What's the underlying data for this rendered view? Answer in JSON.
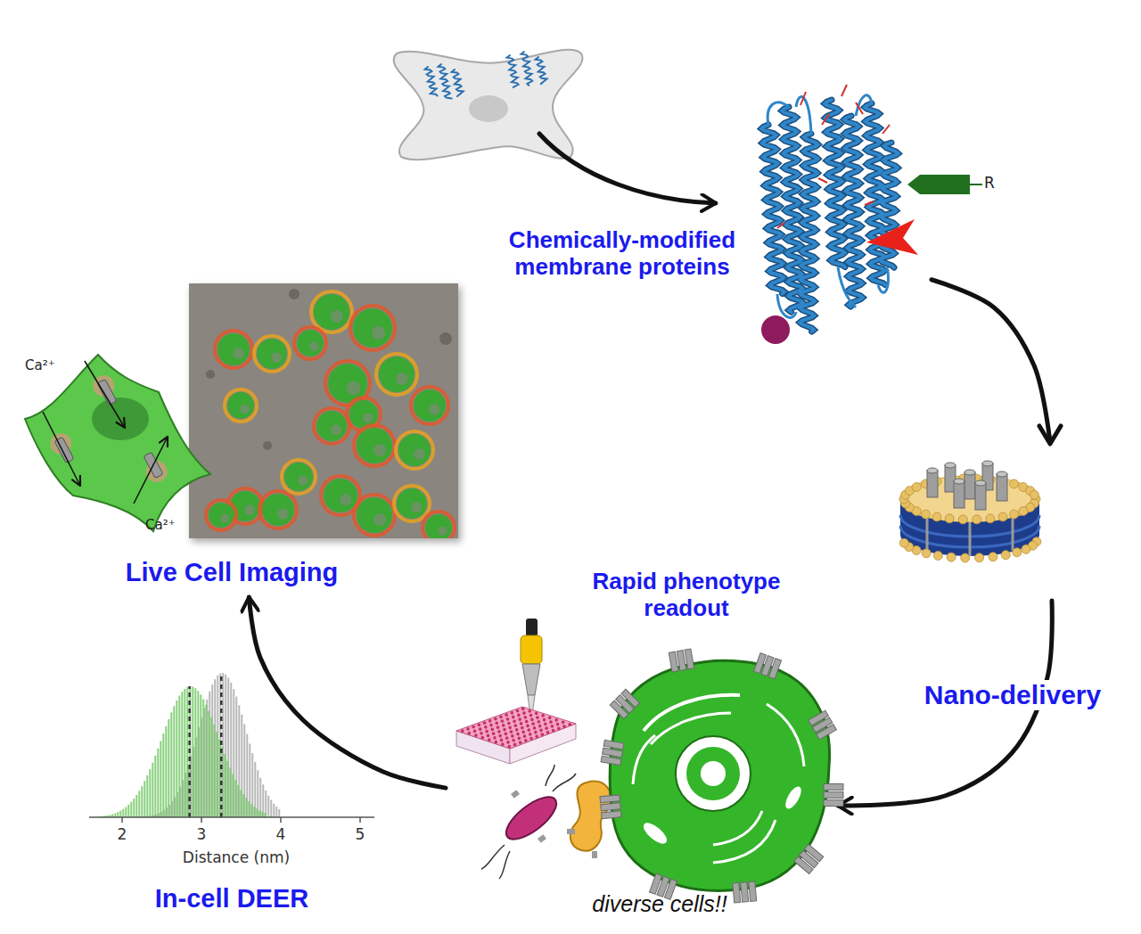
{
  "diagram": {
    "nodes": [
      {
        "text": [
          "Chemically-modified membrane proteins"
        ]
      },
      {
        "text": [
          "Rapid phenotype readout",
          "diverse cells!!"
        ]
      },
      {
        "text": [
          "In-cell DEER"
        ]
      },
      {
        "text": [
          "Live Cell Imaging"
        ]
      }
    ],
    "edges": [
      {
        "from": 0,
        "to": 1,
        "label": "Nano-delivery",
        "arrow": "to"
      },
      {
        "from": 1,
        "to": 3,
        "arrow": "to"
      }
    ],
    "labels": [
      "R",
      "Ca²⁺",
      "Ca²⁺",
      "2",
      "3",
      "4",
      "5",
      "Distance (nm)"
    ]
  }
}
